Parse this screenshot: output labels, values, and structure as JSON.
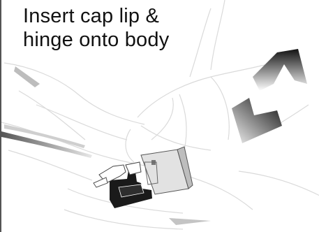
{
  "caption": {
    "line1": "Insert cap lip &",
    "line2": "hinge onto body"
  },
  "illustration": {
    "subject": "hands holding a cap being fitted onto a body",
    "colors": {
      "sketch_line": "#d9d9d9",
      "dark_part": "#1a1a1a",
      "light_part": "#cfcfcf",
      "frame": "#555555"
    },
    "icons": [
      "left-hand-icon",
      "right-hand-icon",
      "cap-part-icon",
      "body-part-icon"
    ]
  }
}
